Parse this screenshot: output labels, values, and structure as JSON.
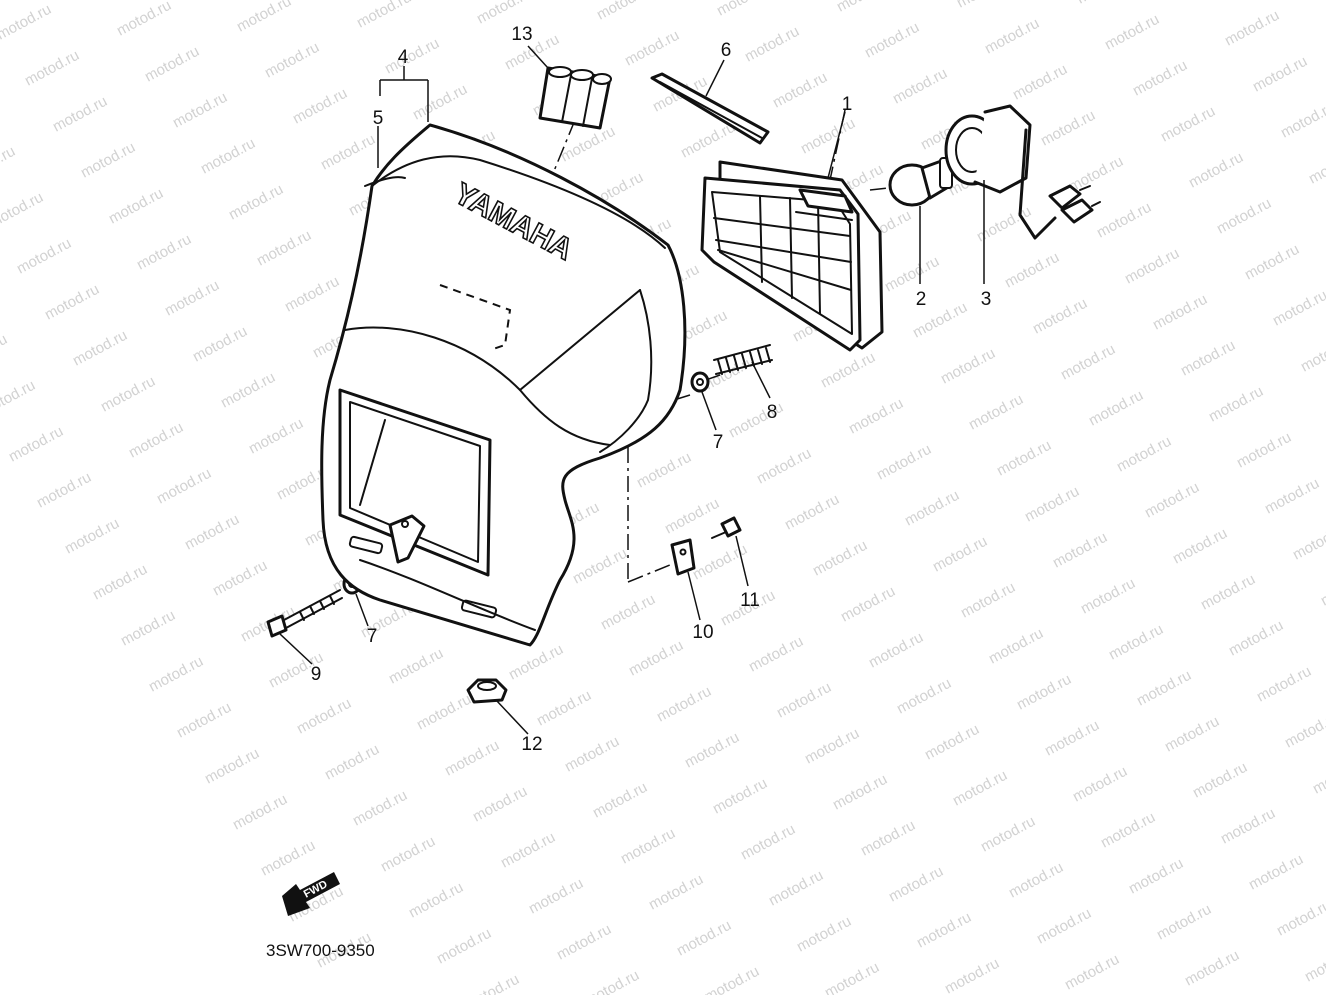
{
  "watermark_text": "motod.ru",
  "brand_lettering": "YAMAHA",
  "fwd_label": "FWD",
  "diagram_code": "3SW700-9350",
  "callouts": {
    "c1": "1",
    "c2": "2",
    "c3": "3",
    "c4": "4",
    "c5": "5",
    "c6": "6",
    "c7a": "7",
    "c7b": "7",
    "c8": "8",
    "c9": "9",
    "c10": "10",
    "c11": "11",
    "c12": "12",
    "c13": "13"
  }
}
